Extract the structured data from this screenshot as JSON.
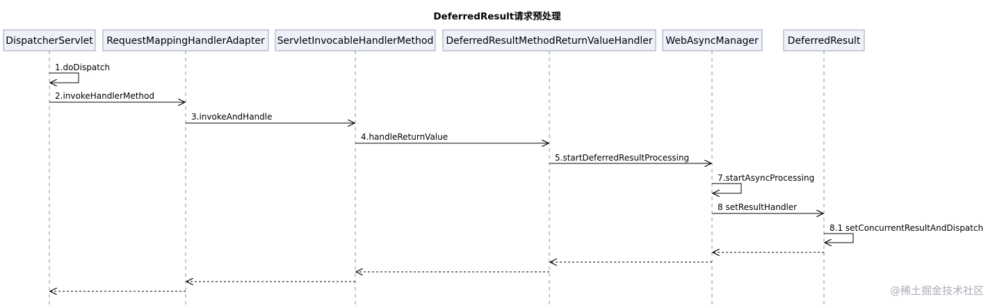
{
  "title": "DeferredResult请求预处理",
  "participants": [
    {
      "id": "ds",
      "label": "DispatcherServlet"
    },
    {
      "id": "rmha",
      "label": "RequestMappingHandlerAdapter"
    },
    {
      "id": "sihm",
      "label": "ServletInvocableHandlerMethod"
    },
    {
      "id": "drmrvh",
      "label": "DeferredResultMethodReturnValueHandler"
    },
    {
      "id": "wam",
      "label": "WebAsyncManager"
    },
    {
      "id": "dr",
      "label": "DeferredResult"
    }
  ],
  "messages": [
    {
      "from": "ds",
      "to": "ds",
      "label": "1.doDispatch",
      "type": "self"
    },
    {
      "from": "ds",
      "to": "rmha",
      "label": "2.invokeHandlerMethod",
      "type": "call"
    },
    {
      "from": "rmha",
      "to": "sihm",
      "label": "3.invokeAndHandle",
      "type": "call"
    },
    {
      "from": "sihm",
      "to": "drmrvh",
      "label": "4.handleReturnValue",
      "type": "call"
    },
    {
      "from": "drmrvh",
      "to": "wam",
      "label": "5.startDeferredResultProcessing",
      "type": "call"
    },
    {
      "from": "wam",
      "to": "wam",
      "label": "7.startAsyncProcessing",
      "type": "self"
    },
    {
      "from": "wam",
      "to": "dr",
      "label": "8 setResultHandler",
      "type": "call"
    },
    {
      "from": "dr",
      "to": "dr",
      "label": "8.1 setConcurrentResultAndDispatch",
      "type": "self"
    },
    {
      "from": "dr",
      "to": "wam",
      "label": "",
      "type": "return"
    },
    {
      "from": "wam",
      "to": "drmrvh",
      "label": "",
      "type": "return"
    },
    {
      "from": "drmrvh",
      "to": "sihm",
      "label": "",
      "type": "return"
    },
    {
      "from": "sihm",
      "to": "rmha",
      "label": "",
      "type": "return"
    },
    {
      "from": "rmha",
      "to": "ds",
      "label": "",
      "type": "return"
    }
  ],
  "watermark": "@稀土掘金技术社区"
}
